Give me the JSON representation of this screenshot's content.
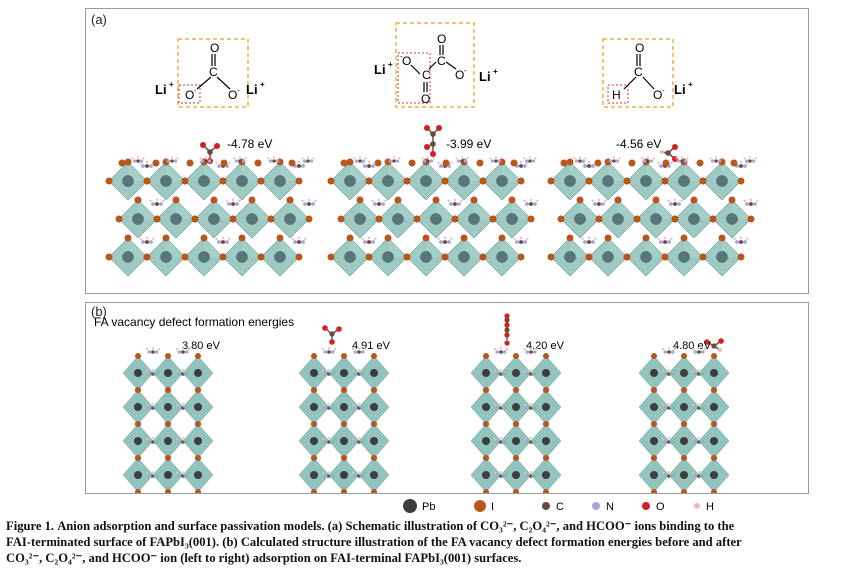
{
  "panel_a": {
    "label": "(a)",
    "schemes": [
      {
        "name": "carbonate",
        "left_atom": "Li",
        "left_charge": "+",
        "right_atom": "Li",
        "right_charge": "+"
      },
      {
        "name": "oxalate",
        "left_atom": "Li",
        "left_charge": "+",
        "right_atom": "Li",
        "right_charge": "+"
      },
      {
        "name": "formate",
        "right_atom": "Li",
        "right_charge": "+"
      }
    ],
    "energies": [
      "-4.78 eV",
      "-3.99 eV",
      "-4.56 eV"
    ]
  },
  "panel_b": {
    "label": "(b)",
    "title": "FA vacancy defect formation energies",
    "energies": [
      "3.80 eV",
      "4.91 eV",
      "4.20 eV",
      "4.80 eV"
    ]
  },
  "legend": [
    {
      "label": "Pb",
      "color": "#3d3d3d"
    },
    {
      "label": "I",
      "color": "#b8561c"
    },
    {
      "label": "C",
      "color": "#6a4a3a"
    },
    {
      "label": "N",
      "color": "#a6a6e0"
    },
    {
      "label": "O",
      "color": "#d42020"
    },
    {
      "label": "H",
      "color": "#e8bcbc"
    }
  ],
  "colors": {
    "octahedron": "#7fb8b0",
    "dashed_box": "#e8b04a",
    "dashed_highlight": "#e03030"
  },
  "caption": {
    "fig_label": "Figure 1.",
    "line1": "Anion adsorption and surface passivation models. (a) Schematic illustration of CO₃²⁻, C₂O₄²⁻, and HCOO⁻ ions binding to the",
    "line2": "FAI-terminated surface of FAPbI₃(001). (b) Calculated structure illustration of the FA vacancy defect formation energies before and after",
    "line3": "CO₃²⁻, C₂O₄²⁻, and HCOO⁻ ion (left to right) adsorption on FAI-terminal FAPbI₃(001) surfaces."
  }
}
